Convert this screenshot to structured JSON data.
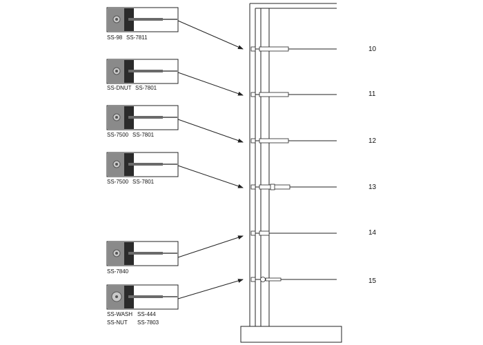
{
  "callouts": [
    {
      "part_labels": [
        "SS-98",
        "SS-7811"
      ]
    },
    {
      "part_labels": [
        "SS-DNUT",
        "SS-7801"
      ]
    },
    {
      "part_labels": [
        "SS-7500",
        "SS-7801"
      ]
    },
    {
      "part_labels": [
        "SS-7500",
        "SS-7801"
      ]
    },
    {
      "part_labels": [
        "SS-7840"
      ]
    },
    {
      "part_labels": [
        "SS-WASH",
        "SS-444",
        "SS-NUT",
        "SS-7803"
      ]
    }
  ],
  "cable_rows": [
    {
      "number": "10"
    },
    {
      "number": "11"
    },
    {
      "number": "12"
    },
    {
      "number": "13"
    },
    {
      "number": "14"
    },
    {
      "number": "15"
    }
  ],
  "colors": {
    "line": "#222222",
    "photo_dark": "#2b2b2b",
    "photo_mid": "#8a8a8a",
    "photo_light": "#c9c9c9"
  }
}
